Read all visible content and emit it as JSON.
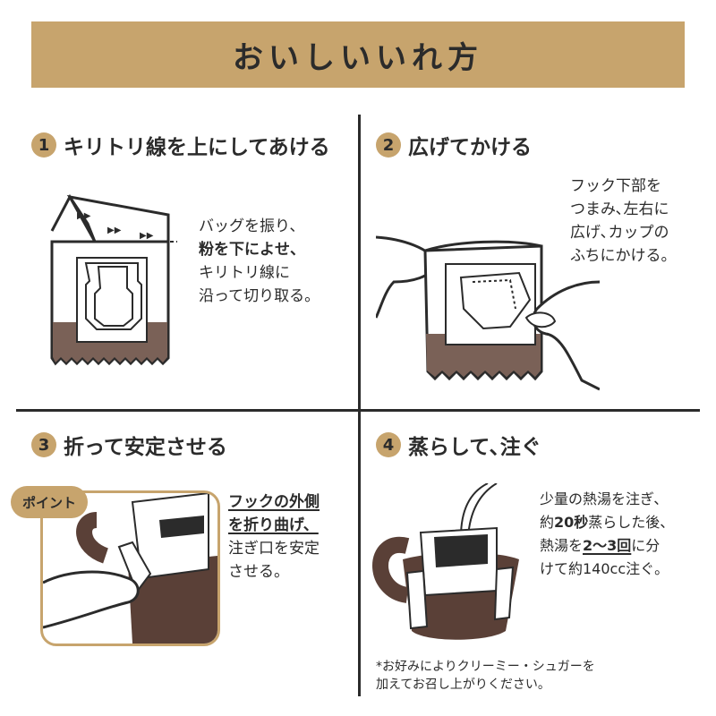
{
  "header": {
    "title": "おいしいいれ方"
  },
  "colors": {
    "accent": "#c7a46d",
    "ink": "#2b2b2b",
    "coffee": "#7a6157",
    "cup": "#5a4037"
  },
  "steps": [
    {
      "number": "1",
      "title": "キリトリ線を上にしてあける",
      "desc": [
        "バッグを振り、",
        "粉を下によせ、",
        "キリトリ線に",
        "沿って切り取る。"
      ]
    },
    {
      "number": "2",
      "title": "広げてかける",
      "desc": [
        "フック下部を",
        "つまみ､左右に",
        "広げ､カップの",
        "ふちにかける。"
      ]
    },
    {
      "number": "3",
      "title": "折って安定させる",
      "point_label": "ポイント",
      "desc_emph_1": "フックの外側",
      "desc_emph_2": "を折り曲げ、",
      "desc": [
        "注ぎ口を安定",
        "させる。"
      ]
    },
    {
      "number": "4",
      "title": "蒸らして､注ぐ",
      "desc_a": "少量の熱湯を注ぎ、",
      "desc_b1": "約",
      "desc_b2": "20秒",
      "desc_b3": "蒸らした後、",
      "desc_c1": "熱湯を",
      "desc_c2": "2～3回",
      "desc_c3": "に分",
      "desc_d": "けて約140cc注ぐ。"
    }
  ],
  "footnote": [
    "*お好みによりクリーミー・シュガーを",
    "加えてお召し上がりください。"
  ]
}
